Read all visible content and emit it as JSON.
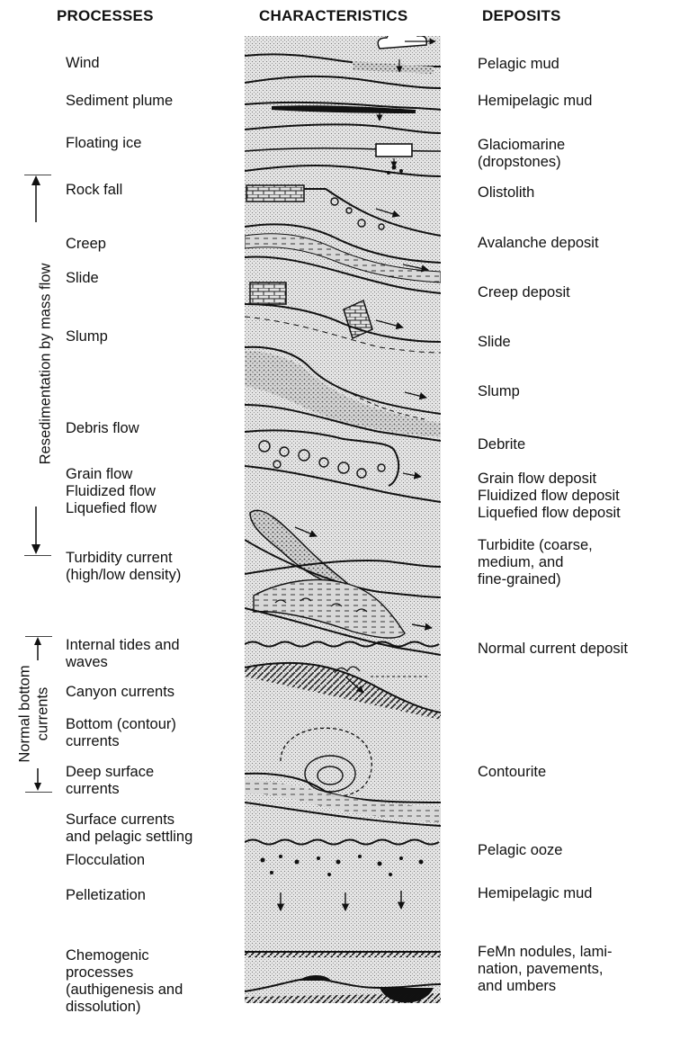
{
  "headers": {
    "processes": "PROCESSES",
    "characteristics": "CHARACTERISTICS",
    "deposits": "DEPOSITS"
  },
  "processes": [
    "Wind",
    "Sediment plume",
    "Floating ice",
    "Rock fall",
    "Creep",
    "Slide",
    "Slump",
    "Debris flow",
    "Grain flow\nFluidized flow\nLiquefied flow",
    "Turbidity current\n(high/low density)",
    "Internal tides and\n   waves",
    "Canyon currents",
    "Bottom (contour)\n   currents",
    "Deep surface\n   currents",
    "Surface currents\nand pelagic settling",
    "Flocculation",
    "Pelletization",
    "Chemogenic\nprocesses\n(authigenesis and\ndissolution)"
  ],
  "deposits": [
    "Pelagic mud",
    "Hemipelagic mud",
    "Glaciomarine\n(dropstones)",
    "Olistolith",
    "Avalanche deposit",
    "Creep deposit",
    "Slide",
    "Slump",
    "Debrite",
    "Grain flow deposit\nFluidized flow deposit\nLiquefied flow deposit",
    "Turbidite (coarse,\nmedium, and\nfine-grained)",
    "Normal current deposit",
    "Contourite",
    "Pelagic ooze",
    "Hemipelagic mud",
    "FeMn nodules, lami-\nnation, pavements,\nand umbers"
  ],
  "side_labels": {
    "mass_flow": "Resedimentation by mass flow",
    "bottom_currents_1": "Normal bottom",
    "bottom_currents_2": "currents"
  }
}
